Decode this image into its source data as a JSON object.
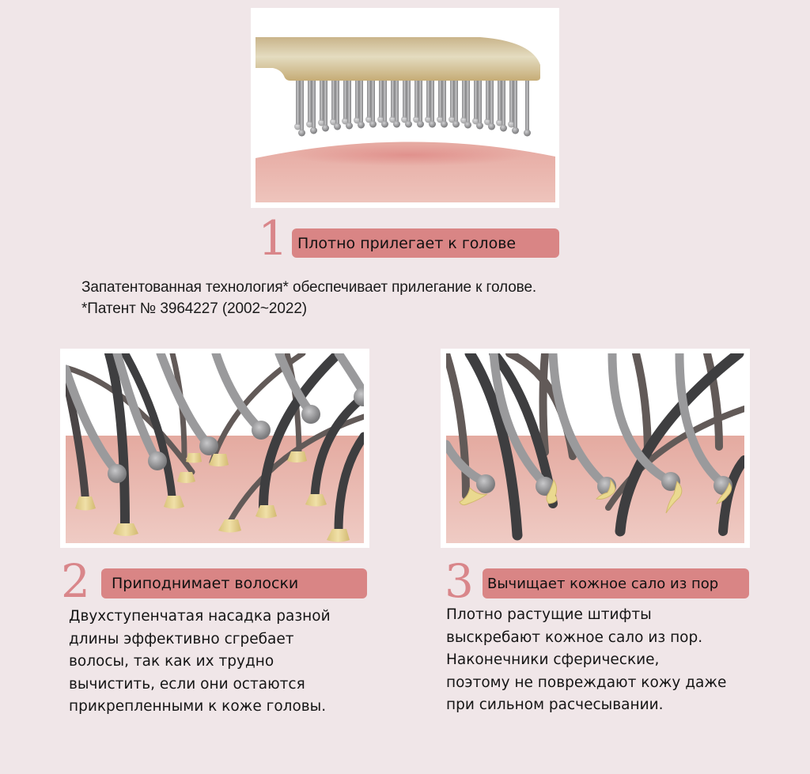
{
  "colors": {
    "background": "#f0e6e8",
    "accent_pill": "#d98585",
    "number_color": "#d9868a",
    "skin": "#e9b7ad",
    "skin_light": "#efcac3",
    "hair_dark": "#3f3f41",
    "hair_brown": "#605856",
    "pin_gray": "#9a9a9c",
    "root_yellow": "#e6d08e",
    "brush_tan": "#d6c49a"
  },
  "section1": {
    "number": "1",
    "title": "Плотно прилегает к голове",
    "illustration": "brush-pins-over-scalp-illustration"
  },
  "intro": {
    "line1": "Запатентованная технология* обеспечивает прилегание к голове.",
    "line2": "*Патент № 3964227 (2002~2022)"
  },
  "section2": {
    "number": "2",
    "title": "Приподнимает волоски",
    "illustration": "pins-lifting-hair-illustration",
    "lines": [
      "Двухступенчатая насадка разной",
      "длины эффективно сгребает",
      "волосы, так как их трудно",
      "вычистить, если они остаются",
      "прикрепленными к коже головы."
    ]
  },
  "section3": {
    "number": "3",
    "title": "Вычищает кожное сало из пор",
    "illustration": "pins-removing-sebum-illustration",
    "lines": [
      "Плотно растущие штифты",
      "выскребают кожное сало из пор.",
      "Наконечники сферические,",
      "поэтому не повреждают кожу даже",
      "при сильном расчесывании."
    ]
  }
}
